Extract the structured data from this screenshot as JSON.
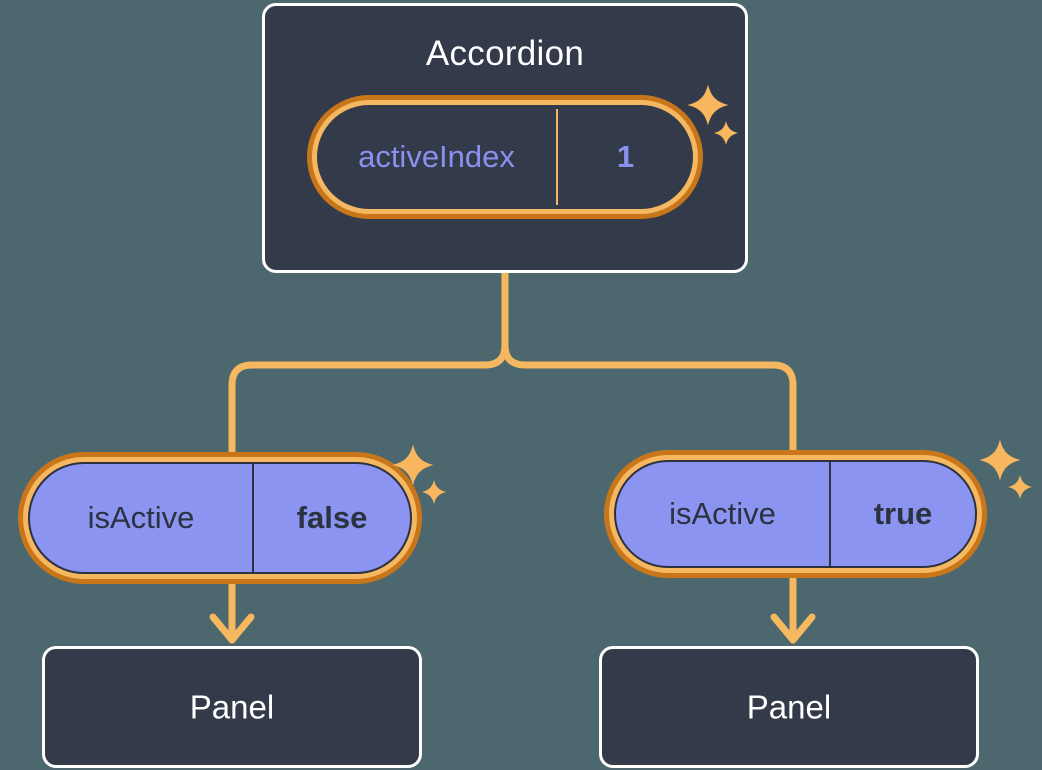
{
  "diagram": {
    "title_node": "Accordion",
    "background_color": "#4c676e"
  },
  "colors": {
    "background": "#4c676e",
    "card_fill": "#333a49",
    "card_border": "#ffffff",
    "ring_outer": "#c9761b",
    "ring_inner": "#f5b75f",
    "pill_purple_fill": "#8b94f0",
    "text_purple": "#8b90ef",
    "text_dark": "#2c3240",
    "connector": "#f5b75f",
    "sparkle": "#f8b75e"
  },
  "accordion": {
    "title": "Accordion",
    "state_pill": {
      "key": "activeIndex",
      "value": "1"
    },
    "sparkle_name": "sparkle-icon"
  },
  "branches": [
    {
      "side": "left",
      "state_pill": {
        "key": "isActive",
        "value": "false"
      },
      "panel_label": "Panel"
    },
    {
      "side": "right",
      "state_pill": {
        "key": "isActive",
        "value": "true"
      },
      "panel_label": "Panel"
    }
  ]
}
